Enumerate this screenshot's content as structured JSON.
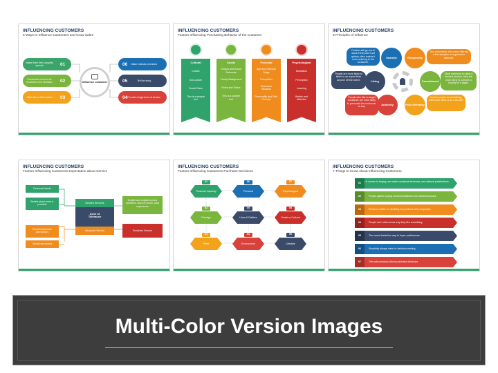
{
  "footer": {
    "title": "Multi-Color Version Images"
  },
  "slides": {
    "s1": {
      "title": "INFLUENCING CUSTOMERS",
      "subtitle": "6 Ways to Influence Customers and Grow Sales",
      "center": "Influence customer",
      "left": [
        {
          "num": "01",
          "text": "Make them feel uniquely special",
          "color": "#3aa469"
        },
        {
          "num": "02",
          "text": "Customers need to be involved in the decision",
          "color": "#7ab53e"
        },
        {
          "num": "03",
          "text": "Offer bits of information",
          "color": "#f2a21b"
        }
      ],
      "right": [
        {
          "num": "06",
          "text": "Make realistic promises",
          "color": "#1b6fb3"
        },
        {
          "num": "05",
          "text": "Tell the story",
          "color": "#3a4b6a"
        },
        {
          "num": "04",
          "text": "Provide a high level of service",
          "color": "#d9413b"
        }
      ]
    },
    "s2": {
      "title": "INFLUENCING CUSTOMERS",
      "subtitle": "Factors Influencing Purchasing Behavior of the Customer",
      "cols": [
        {
          "head": "Cultural",
          "items": [
            "Culture",
            "Sub-culture",
            "Social Class",
            "This is a sample text"
          ],
          "color": "#2fa36b"
        },
        {
          "head": "Social",
          "items": [
            "Groups and Social Networks",
            "Family Background",
            "Roles and Status",
            "This is a sample text"
          ],
          "color": "#7ab53e"
        },
        {
          "head": "Personal",
          "items": [
            "Age and Lifecycle Stage",
            "Occupation",
            "Economic Situation",
            "Personality and Self-Concept"
          ],
          "color": "#f08c1d"
        },
        {
          "head": "Psychological",
          "items": [
            "Motivation",
            "Perception",
            "Learning",
            "Beliefs and Attitudes"
          ],
          "color": "#c9302c"
        }
      ]
    },
    "s3": {
      "title": "INFLUENCING CUSTOMERS",
      "subtitle": "6 Principles of Influence",
      "labels": [
        "Scarcity",
        "Reciprocity",
        "Commitment",
        "Pack Mentality",
        "Authority",
        "Liking"
      ],
      "texts": [
        "Product will go out of stock if they don't act quickly often makes it more enticing to the consumer.",
        "Our consumers, this mean offering a few samples or a generous discount.",
        "Once someone is using a desired product, they are more likely to commit to buying for it again.",
        "If more people do something, others are likely to do it as well.",
        "People who like to target consumer are more likely to persuade the consumer to buy.",
        "People are more likely to listen to an expert than anyone off the street."
      ]
    },
    "s4": {
      "title": "INFLUENCING CUSTOMERS",
      "subtitle": "Factors Influencing Customers Expectation about Service",
      "left_top": [
        "Personal Needs",
        "Beliefs about what is possible"
      ],
      "left_bottom": [
        "Perceived service alternatives",
        "Situational factors"
      ],
      "desired": "Desired Services",
      "zone": "Zone of Tolerance",
      "adequate": "Adequate Service",
      "right_top": "Explicit and implicit service promises, word of mouth, past experience",
      "predicted": "Predicted Service"
    },
    "s5": {
      "title": "INFLUENCING CUSTOMERS",
      "subtitle": "Factors Influencing Customers Purchase Decisions",
      "items": [
        {
          "num": "01",
          "label": "Financial Capacity",
          "color": "#2fa36b"
        },
        {
          "num": "06",
          "label": "Personal",
          "color": "#1b6fb3"
        },
        {
          "num": "07",
          "label": "Psychological",
          "color": "#f08c1d"
        },
        {
          "num": "02",
          "label": "Prestige",
          "color": "#7ab53e"
        },
        {
          "num": "05",
          "label": "Likes & Dislikes",
          "color": "#3a4b6a"
        },
        {
          "num": "08",
          "label": "Social or Cultural",
          "color": "#c9302c"
        },
        {
          "num": "03",
          "label": "Price",
          "color": "#f2a21b"
        },
        {
          "num": "04",
          "label": "Environment",
          "color": "#d9413b"
        },
        {
          "num": "09",
          "label": "Lifestyle",
          "color": "#3a4b6a"
        }
      ]
    },
    "s6": {
      "title": "INFLUENCING CUSTOMERS",
      "subtitle": "7 Things to Know About Influencing Customers",
      "items": [
        {
          "num": "01",
          "text": "When it comes to buying, we make emotional decisions, and rational justifications.",
          "color": "#2fa36b"
        },
        {
          "num": "02",
          "text": "People gather buying recommendations from trusted sources.",
          "color": "#7ab53e"
        },
        {
          "num": "03",
          "text": "Reviews matter for deciding on products and companies.",
          "color": "#f08c1d"
        },
        {
          "num": "04",
          "text": "People don't often know why they like something.",
          "color": "#c9302c"
        },
        {
          "num": "05",
          "text": "The crowd leads the way to buyer preferences.",
          "color": "#3a4b6a"
        },
        {
          "num": "06",
          "text": "Simplicity always wins for decision-making.",
          "color": "#1b6fb3"
        },
        {
          "num": "07",
          "text": "The subconscious drives purchase decisions.",
          "color": "#d9413b"
        }
      ]
    }
  }
}
